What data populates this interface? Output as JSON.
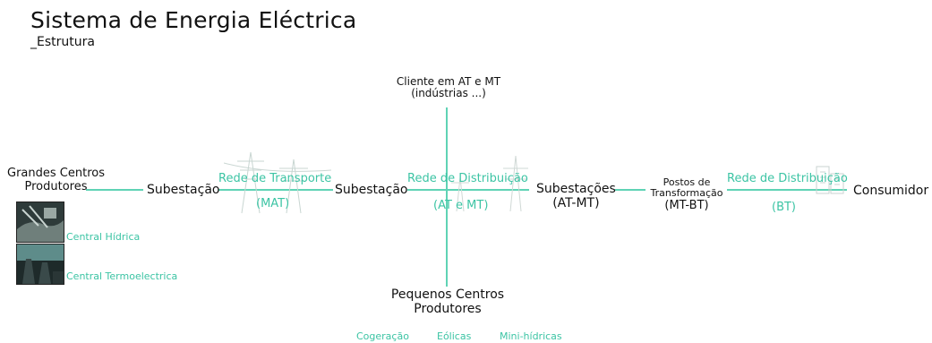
{
  "header": {
    "title": "Sistema de Energia Eléctrica",
    "subtitle": "_Estrutura"
  },
  "nodes": {
    "producers": "Grandes Centros\nProdutores",
    "substation1": "Subestação",
    "transport_network": "Rede de Transporte",
    "transport_level": "(MAT)",
    "substation2": "Subestação",
    "distribution_network": "Rede de Distribuição",
    "distribution_level": "(AT e MT)",
    "substations_atmt_title": "Subestações",
    "substations_atmt_level": "(AT-MT)",
    "transformer_posts": "Postos de\nTransformação",
    "transformer_level": "(MT-BT)",
    "distribution_network2": "Rede de Distribuição",
    "distribution_level2": "(BT)",
    "consumer": "Consumidor",
    "client_top": "Cliente em AT e MT\n(indústrias ...)",
    "small_producers": "Pequenos Centros\nProdutores"
  },
  "producer_types": {
    "hydro": "Central Hídrica",
    "thermo": "Central Termoelectrica"
  },
  "small_producer_types": [
    "Cogeração",
    "Eólicas",
    "Mini-hídricas"
  ],
  "colors": {
    "accent": "#3cc4a4",
    "line": "#5fd3b5"
  }
}
